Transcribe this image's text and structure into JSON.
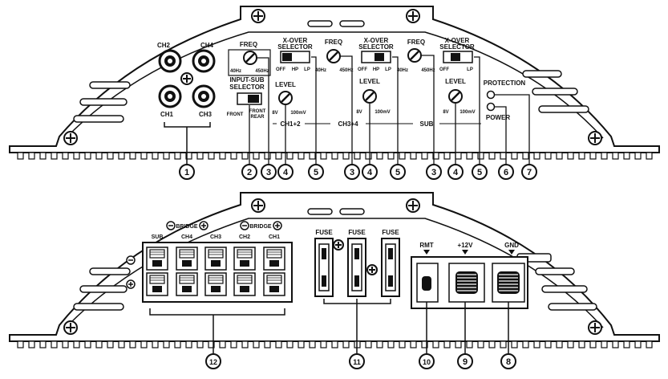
{
  "top_panel": {
    "inputs": {
      "ch1": "CH1",
      "ch2": "CH2",
      "ch3": "CH3",
      "ch4": "CH4"
    },
    "input_sub_selector": {
      "title_1": "INPUT-SUB",
      "title_2": "SELECTOR",
      "left": "FRONT",
      "right_1": "FRONT",
      "right_2": "REAR"
    },
    "sections": [
      {
        "freq": "FREQ",
        "freq_min": "40Hz",
        "freq_max": "450Hz",
        "xover_1": "X-OVER",
        "xover_2": "SELECTOR",
        "opt_off": "OFF",
        "opt_hp": "HP",
        "opt_lp": "LP",
        "level": "LEVEL",
        "level_min": "8V",
        "level_max": "100mV",
        "group": "CH1+2"
      },
      {
        "freq": "FREQ",
        "freq_min": "40Hz",
        "freq_max": "450Hz",
        "xover_1": "X-OVER",
        "xover_2": "SELECTOR",
        "opt_off": "OFF",
        "opt_hp": "HP",
        "opt_lp": "LP",
        "level": "LEVEL",
        "level_min": "8V",
        "level_max": "100mV",
        "group": "CH3+4"
      },
      {
        "freq": "FREQ",
        "freq_min": "40Hz",
        "freq_max": "450Hz",
        "xover_1": "X-OVER",
        "xover_2": "SELECTOR",
        "opt_off": "OFF",
        "opt_hp": "",
        "opt_lp": "LP",
        "level": "LEVEL",
        "level_min": "8V",
        "level_max": "100mV",
        "group": "SUB"
      }
    ],
    "protection": "PROTECTION",
    "power": "POWER",
    "callouts": [
      "1",
      "2",
      "3",
      "4",
      "5",
      "3",
      "4",
      "5",
      "3",
      "4",
      "5",
      "6",
      "7"
    ]
  },
  "bottom_panel": {
    "bridge": "BRIDGE",
    "speaker_labels": [
      "SUB",
      "CH4",
      "CH3",
      "CH2",
      "CH1"
    ],
    "fuses": [
      "FUSE",
      "FUSE",
      "FUSE"
    ],
    "power_labels": {
      "rmt": "RMT",
      "v12": "+12V",
      "gnd": "GND"
    },
    "callouts": [
      "12",
      "11",
      "10",
      "9",
      "8"
    ]
  }
}
